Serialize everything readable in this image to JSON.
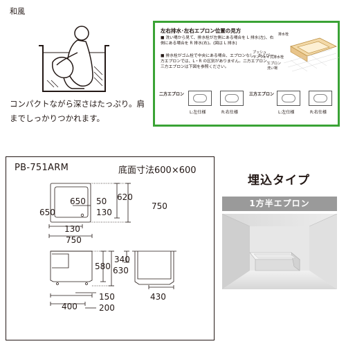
{
  "top_left": {
    "section_title": "和風",
    "caption": "コンパクトながら深さはたっぷり。肩までしっかりつかれます。"
  },
  "green_panel": {
    "title": "左右排水･左右エプロン位置の見方",
    "notes": [
      "■ 洗い場から見て、排水栓が左側にある場合を L 排水(左)、右側にある場合を R 排水(右)。(図は L 排水)",
      "■ 排水栓がゴム栓で中央にある場合、エプロンなし、および一方エプロンでは、L・R の区別がありません。二方エプロン、三方エプロンは下図を参照ください。"
    ],
    "diagram_labels": {
      "drain": "排水栓",
      "push": "プッシュ",
      "wave": "ワンウェイ式排水栓",
      "apron": "エプロン",
      "washing": "洗い場"
    },
    "two_way": {
      "label": "二方エプロン",
      "left_caption": "L:左仕様",
      "right_caption": "R:右仕様"
    },
    "three_way": {
      "label": "三方エプロン",
      "left_caption": "L:左仕様",
      "right_caption": "R:右仕様"
    }
  },
  "drawing": {
    "model_name": "PB-751ARM",
    "base_size": "底面寸法600×600",
    "plan_dims": {
      "w650a": "650",
      "d50": "50",
      "h620": "620",
      "w650b": "650",
      "d130a": "130",
      "h750": "750",
      "w130": "130",
      "w750": "750"
    },
    "section_dims": {
      "h340": "340",
      "h580": "580",
      "h630": "630",
      "d150": "150",
      "d400": "400",
      "d200": "200",
      "d430": "430"
    }
  },
  "right_panel": {
    "type_title": "埋込タイプ",
    "apron_label": "1方半エプロン"
  }
}
